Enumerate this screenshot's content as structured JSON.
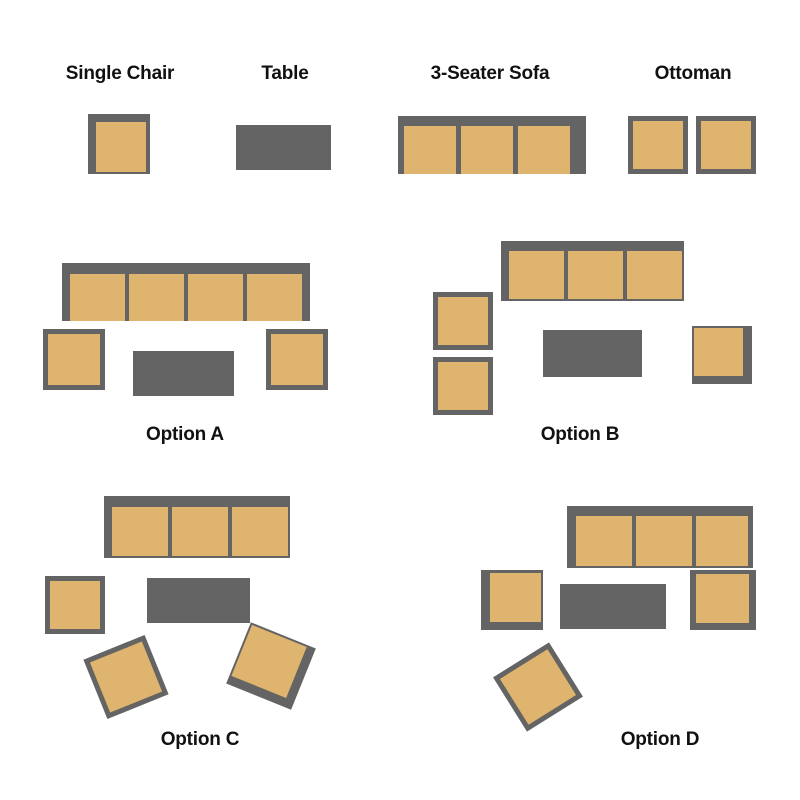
{
  "palette": {
    "background": "#ffffff",
    "frame_gray": "#646464",
    "cushion_tan": "#dfb46e",
    "label_black": "#111111"
  },
  "legend": {
    "items": [
      {
        "label": "Single Chair",
        "icon": "single-chair-icon"
      },
      {
        "label": "Table",
        "icon": "table-icon"
      },
      {
        "label": "3-Seater Sofa",
        "icon": "three-seater-sofa-icon"
      },
      {
        "label": "Ottoman",
        "icon": "ottoman-icon"
      }
    ]
  },
  "options": [
    {
      "id": "A",
      "label": "Option A",
      "description": "Four-seat sofa across the top, one chair at each side, rectangular table centred in front.",
      "pieces": [
        {
          "type": "sofa",
          "name": "sofa-4-seat",
          "cushions": 4
        },
        {
          "type": "chair",
          "name": "chair-left",
          "facing": "right"
        },
        {
          "type": "chair",
          "name": "chair-right",
          "facing": "left"
        },
        {
          "type": "table",
          "name": "coffee-table"
        }
      ]
    },
    {
      "id": "B",
      "label": "Option B",
      "description": "Three-seat sofa top right, two stacked chairs on the left, table centred, one chair at the right.",
      "pieces": [
        {
          "type": "sofa",
          "name": "sofa-3-seat",
          "cushions": 3
        },
        {
          "type": "chair",
          "name": "chair-left-upper",
          "facing": "right"
        },
        {
          "type": "chair",
          "name": "chair-left-lower",
          "facing": "right"
        },
        {
          "type": "chair",
          "name": "chair-right",
          "facing": "left"
        },
        {
          "type": "table",
          "name": "coffee-table"
        }
      ]
    },
    {
      "id": "C",
      "label": "Option C",
      "description": "Three-seat sofa across the top, one chair on the left, table centred, two angled chairs below.",
      "pieces": [
        {
          "type": "sofa",
          "name": "sofa-3-seat",
          "cushions": 3
        },
        {
          "type": "chair",
          "name": "chair-left",
          "facing": "right"
        },
        {
          "type": "table",
          "name": "coffee-table"
        },
        {
          "type": "chair",
          "name": "chair-angled-left",
          "rotation_deg": -22
        },
        {
          "type": "chair",
          "name": "chair-angled-right",
          "rotation_deg": 22
        }
      ]
    },
    {
      "id": "D",
      "label": "Option D",
      "description": "L-shaped sectional with three cushions plus a return cushion, one chair on the left, table centred, one angled chair below.",
      "pieces": [
        {
          "type": "sofa",
          "name": "sectional-l-shape",
          "cushions": 3,
          "return_cushions": 1
        },
        {
          "type": "chair",
          "name": "chair-left",
          "facing": "right"
        },
        {
          "type": "table",
          "name": "coffee-table"
        },
        {
          "type": "chair",
          "name": "chair-angled",
          "rotation_deg": -32
        }
      ]
    }
  ]
}
